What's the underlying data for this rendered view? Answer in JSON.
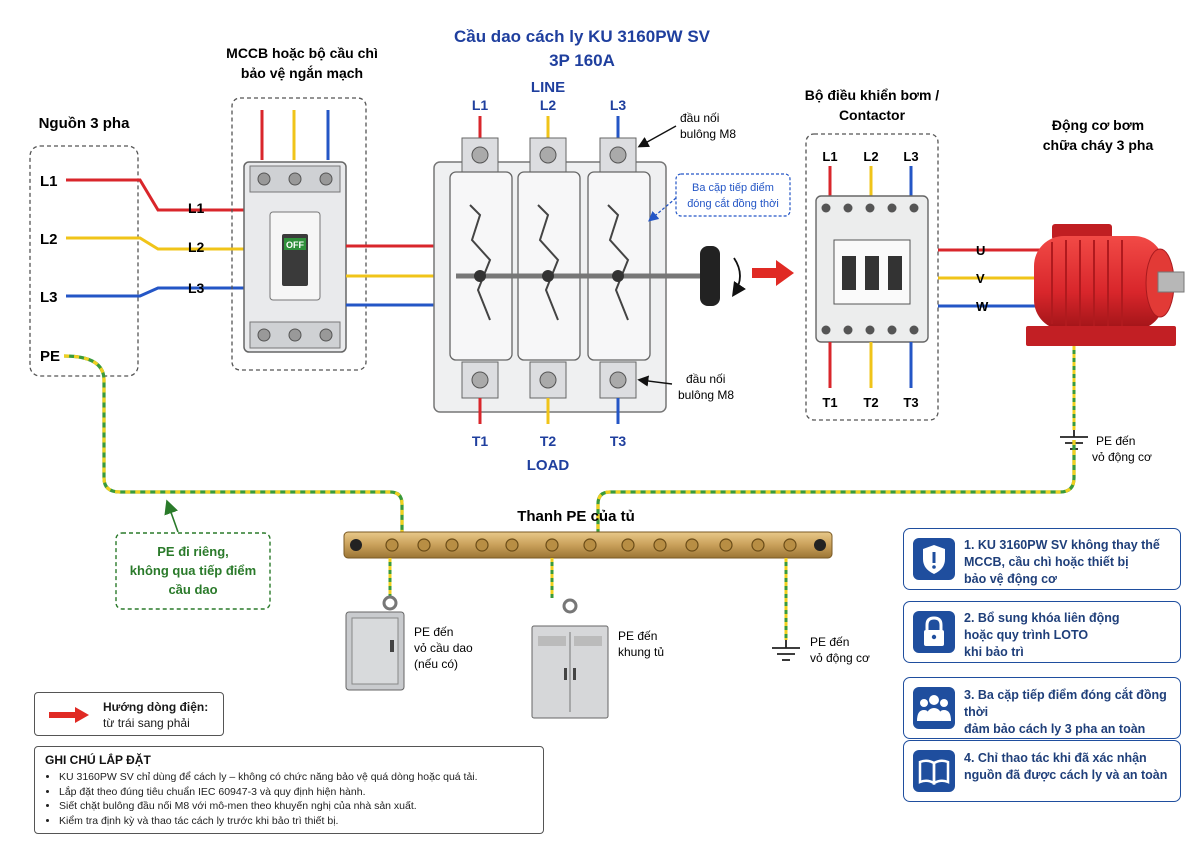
{
  "title": {
    "line1": "Cầu dao cách ly KU 3160PW SV",
    "line2": "3P 160A"
  },
  "source": {
    "title": "Nguồn 3 pha",
    "phases": [
      "L1",
      "L2",
      "L3"
    ],
    "pe": "PE"
  },
  "mccb": {
    "title_line1": "MCCB hoặc bộ cầu chì",
    "title_line2": "bảo vệ ngắn mạch",
    "inputs": [
      "L1",
      "L2",
      "L3"
    ],
    "switch_label": "OFF"
  },
  "switch": {
    "line_label": "LINE",
    "load_label": "LOAD",
    "line_terminals": [
      "L1",
      "L2",
      "L3"
    ],
    "load_terminals": [
      "T1",
      "T2",
      "T3"
    ],
    "bolt_note_top": [
      "đầu nối",
      "bulông M8"
    ],
    "bolt_note_bottom": [
      "đầu nối",
      "bulông M8"
    ],
    "contacts_note": [
      "Ba cặp tiếp điểm",
      "đóng cắt đồng thời"
    ]
  },
  "contactor": {
    "title_line1": "Bộ điều khiển bơm /",
    "title_line2": "Contactor",
    "top_terminals": [
      "L1",
      "L2",
      "L3"
    ],
    "bottom_terminals": [
      "T1",
      "T2",
      "T3"
    ]
  },
  "motor": {
    "title_line1": "Động cơ bơm",
    "title_line2": "chữa cháy 3 pha",
    "terminals": [
      "U",
      "V",
      "W"
    ],
    "pe_note": [
      "PE đến",
      "vỏ động cơ"
    ]
  },
  "pe_bar": {
    "title": "Thanh PE của tủ",
    "separate_note": [
      "PE đi riêng,",
      "không qua tiếp điểm",
      "cầu dao"
    ],
    "to_switch_box": [
      "PE đến",
      "vỏ cầu dao",
      "(nếu có)"
    ],
    "to_cabinet": [
      "PE đến",
      "khung tủ"
    ],
    "to_motor": [
      "PE đến",
      "vỏ động cơ"
    ]
  },
  "flow": {
    "label_line1": "Hướng dòng điện:",
    "label_line2": "từ trái sang phải"
  },
  "notes": {
    "title": "GHI CHÚ LẮP ĐẶT",
    "items": [
      "KU 3160PW SV chỉ dùng để cách ly – không có chức năng bảo vệ quá dòng hoặc quá tải.",
      "Lắp đặt theo đúng tiêu chuẩn IEC 60947-3 và quy định hiện hành.",
      "Siết chặt bulông đầu nối M8 với mô-men theo khuyến nghị của nhà sản xuất.",
      "Kiểm tra định kỳ và thao tác cách ly trước khi bảo trì thiết bị."
    ]
  },
  "panels": [
    {
      "icon": "shield-icon",
      "lines": [
        "1. KU 3160PW SV không thay thế",
        "MCCB, cầu chì hoặc thiết bị",
        "bảo vệ động cơ"
      ]
    },
    {
      "icon": "lock-icon",
      "lines": [
        "2. Bổ sung khóa liên động",
        "hoặc quy trình LOTO",
        "khi bảo trì"
      ]
    },
    {
      "icon": "people-icon",
      "lines": [
        "3. Ba cặp tiếp điểm đóng cắt đồng thời",
        "đảm bảo cách ly 3 pha an toàn"
      ]
    },
    {
      "icon": "book-icon",
      "lines": [
        "4. Chỉ thao tác khi đã xác nhận",
        "nguồn đã được cách ly và an toàn"
      ]
    }
  ],
  "colors": {
    "l1": "#d9262b",
    "l2": "#f0c419",
    "l3": "#2456c6",
    "pe_green": "#3a9a3a",
    "pe_yellow": "#f0d020",
    "title_blue": "#1f3f9e",
    "note_green": "#2a7a2a",
    "motor_red": "#d8262b"
  }
}
